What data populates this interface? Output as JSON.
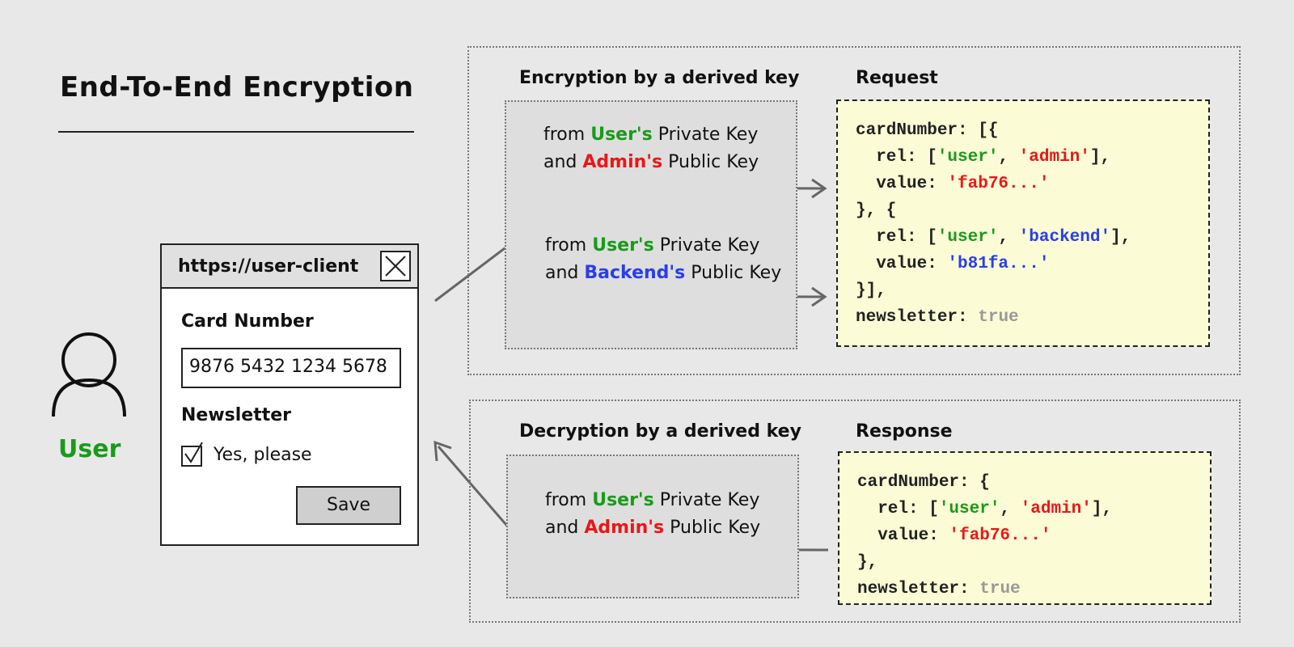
{
  "title": "End-To-End Encryption",
  "user": {
    "label": "User"
  },
  "client_window": {
    "url": "https://user-client",
    "card_label": "Card Number",
    "card_value": "9876 5432 1234 5678",
    "newsletter_label": "Newsletter",
    "newsletter_checked": true,
    "checkbox_label": "Yes, please",
    "save_label": "Save"
  },
  "encryption": {
    "title": "Encryption by a derived key",
    "keys": [
      {
        "from": "from",
        "first_party": "User's",
        "first_key": "Private Key",
        "and": "and",
        "second_party": "Admin's",
        "second_key": "Public Key"
      },
      {
        "from": "from",
        "first_party": "User's",
        "first_key": "Private Key",
        "and": "and",
        "second_party": "Backend's",
        "second_key": "Public Key"
      }
    ]
  },
  "request": {
    "title": "Request",
    "lines": [
      "cardNumber: [{",
      "  rel: ['user', 'admin'],",
      "  value: 'fab76...'",
      "}, {",
      "  rel: ['user', 'backend'],",
      "  value: 'b81fa...'",
      "}],",
      "newsletter: true"
    ]
  },
  "decryption": {
    "title": "Decryption by a derived key",
    "keys": [
      {
        "from": "from",
        "first_party": "User's",
        "first_key": "Private Key",
        "and": "and",
        "second_party": "Admin's",
        "second_key": "Public Key"
      }
    ]
  },
  "response": {
    "title": "Response",
    "lines": [
      "cardNumber: {",
      "  rel: ['user', 'admin'],",
      "  value: 'fab76...'",
      "},",
      "newsletter: true"
    ]
  },
  "colors": {
    "user": "#1a9a1a",
    "admin": "#e81818",
    "backend": "#2a3ee8",
    "code_bg": "#fbfbd6",
    "connector": "#666666"
  }
}
